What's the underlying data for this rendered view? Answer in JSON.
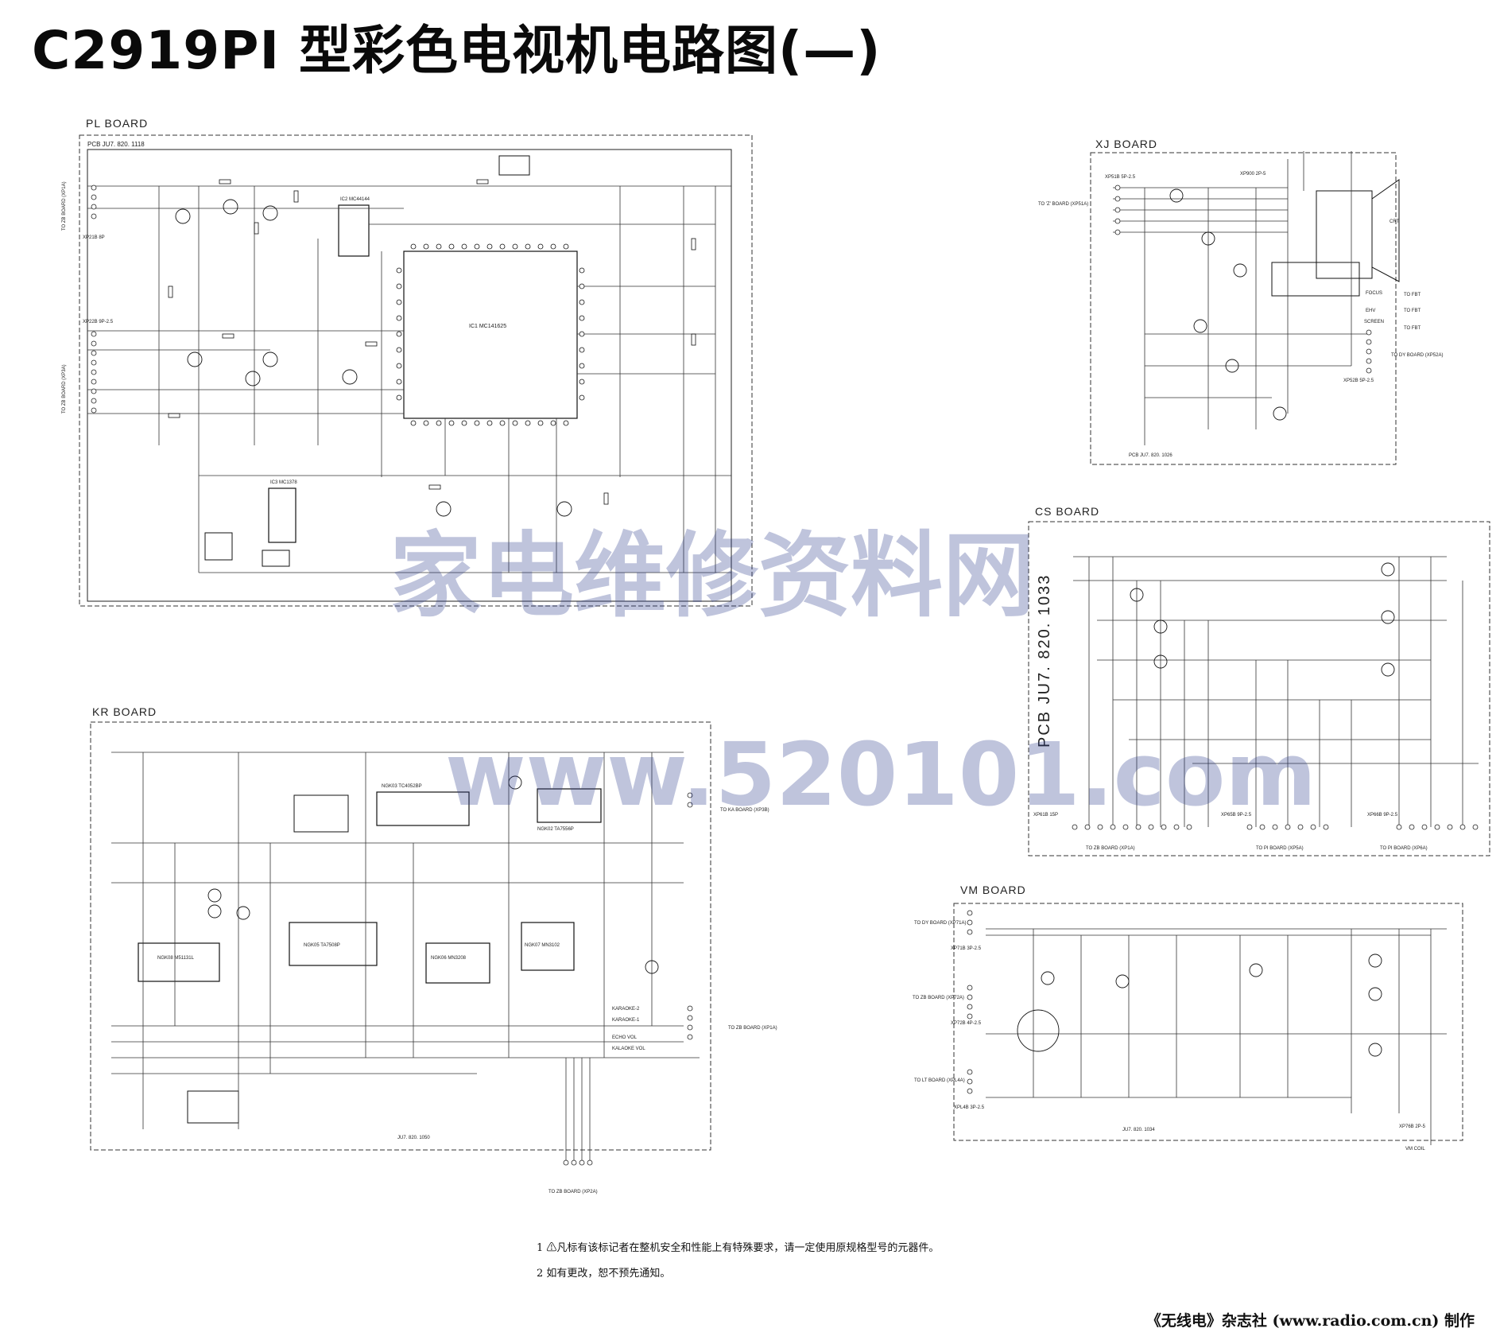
{
  "title": "C2919PI 型彩色电视机电路图(—)",
  "watermark": {
    "cn": "家电维修资料网",
    "url": "www.520101.com"
  },
  "boards": {
    "pl": {
      "label": "PL BOARD",
      "pcb": "PCB JU7. 820. 1118",
      "chips": [
        "IC1 MC141625",
        "IC2 MC44144",
        "IC3 MC1378"
      ],
      "connectors": [
        "XP21B 8P",
        "XP22B 9P-2.5"
      ],
      "right_tags": [
        "TO ZB BOARD (XP1A)",
        "TO ZB BOARD (XP3A)"
      ]
    },
    "xj": {
      "label": "XJ BOARD",
      "pcb": "PCB JU7. 820. 1026",
      "connectors": [
        "XP51B 5P-2.5",
        "XP52B 5P-2.5",
        "XP900 2P-5"
      ],
      "tags": [
        "TO 'Z' BOARD (XP51A)",
        "TO FBT",
        "TO FBT",
        "TO FBT",
        "TO DY BOARD (XP52A)",
        "FOCUS",
        "EHV",
        "SCREEN",
        "CRT"
      ]
    },
    "cs": {
      "label": "CS BOARD",
      "pcb": "PCB JU7. 820. 1033",
      "bottom_tags": [
        "TO ZB BOARD (XP1A)",
        "TO PI BOARD (XP5A)",
        "TO PI BOARD (XP6A)"
      ],
      "connectors": [
        "XP61B 15P",
        "XP65B 9P-2.5",
        "XP66B 9P-2.5"
      ]
    },
    "kr": {
      "label": "KR BOARD",
      "pcb": "JU7. 820. 1050",
      "chips": [
        "NGK08 M51131L",
        "NGK05 TA7508P",
        "NGK06 MN3208",
        "NGK07 MN3102",
        "NGK02 TA7556P",
        "NGK03 TC4052BP"
      ],
      "tags": [
        "TO KA BOARD (XP3B)",
        "TO ZB BOARD (XP1A)",
        "TO ZB BOARD (XP2A)",
        "KARAOKE-2",
        "KARAOKE-1",
        "ECHO VOL",
        "KALAOKE VOL"
      ]
    },
    "vm": {
      "label": "VM BOARD",
      "pcb": "JU7. 820. 1034",
      "tags": [
        "TO DY BOARD (XP71A)",
        "TO ZB BOARD (XP72A)",
        "TO LT BOARD (XPL4A)",
        "VM COIL"
      ],
      "connectors": [
        "XP71B 3P-2.5",
        "XP72B 4P-2.5",
        "XPL4B 3P-2.5",
        "XP76B 2P-5"
      ]
    }
  },
  "notes": [
    "1  ⚠凡标有该标记者在整机安全和性能上有特殊要求，请一定使用原规格型号的元器件。",
    "2  如有更改，恕不预先通知。"
  ],
  "footer": "《无线电》杂志社 (www.radio.com.cn) 制作"
}
